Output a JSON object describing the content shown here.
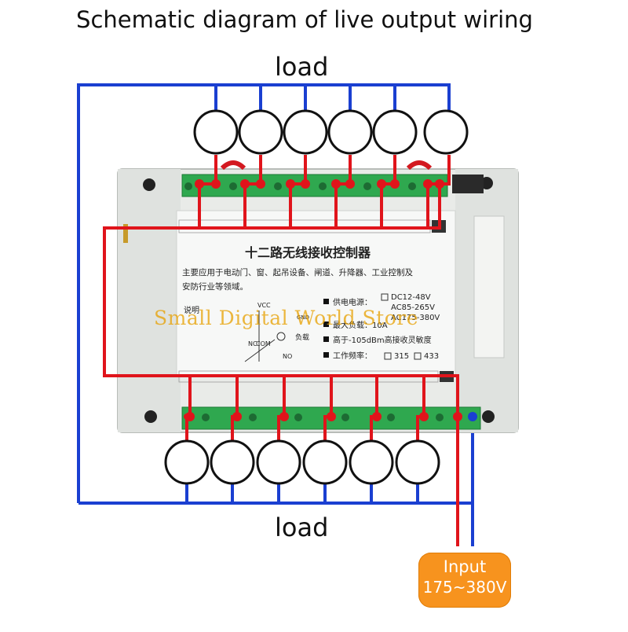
{
  "title": "Schematic diagram of live output wiring",
  "load_top_label": "load",
  "load_bottom_label": "load",
  "input": {
    "line1": "Input",
    "line2": "175~380V"
  },
  "watermark": "Small Digital World Store",
  "board": {
    "heading": "十二路无线接收控制器",
    "desc_line1": "主要应用于电动门、窗、起吊设备、闸道、升降器、工业控制及",
    "desc_line2": "安防行业等领域。",
    "note_label": "说明",
    "vcc": "VCC",
    "gnd": "GND",
    "nc": "NC",
    "com": "COM",
    "no": "NO",
    "load_cn": "负载",
    "spec_power": "供电电源：",
    "opt_dc": "DC12-48V",
    "opt_ac1": "AC85-265V",
    "opt_ac2": "AC175-380V",
    "spec_load": "最大负载：10A",
    "spec_sens": "高于-105dBm高接收灵敏度",
    "spec_freq": "工作频率：",
    "freq_a": "315",
    "freq_b": "433"
  },
  "colors": {
    "live": "#e0141b",
    "neutral": "#1a3fd1",
    "terminal": "#2fa84f",
    "input_badge": "#f7931e"
  }
}
